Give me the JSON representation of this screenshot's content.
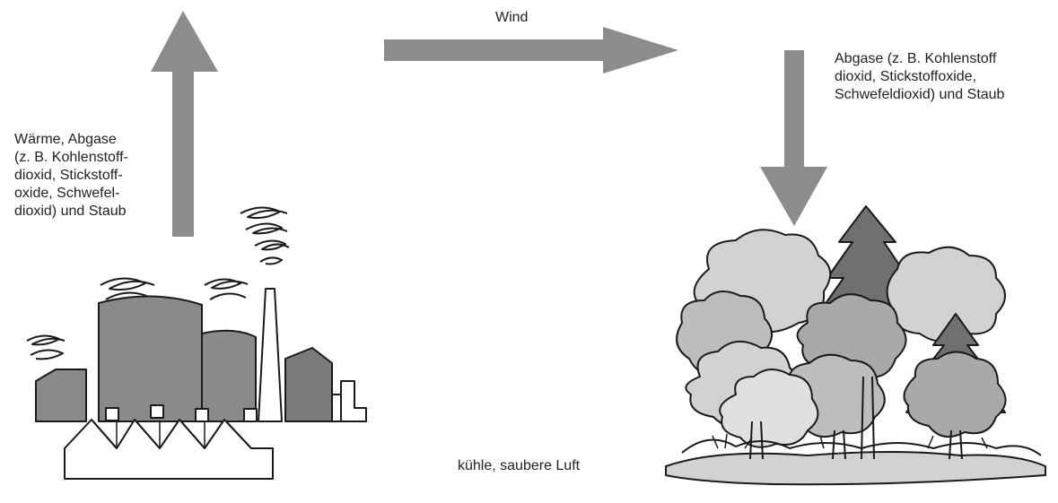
{
  "labels": {
    "wind": "Wind",
    "factory_emissions": "Wärme, Abgase\n(z. B. Kohlenstoff-\ndioxid, Stickstoff-\noxide, Schwefel-\ndioxid) und Staub",
    "forest_emissions": "Abgase (z. B. Kohlenstoff\ndioxid, Stickstoffoxide,\nSchwefeldioxid) und Staub",
    "clean_air": "kühle, saubere Luft"
  },
  "colors": {
    "arrow": "#8c8c8c",
    "building": "#8a8a8a",
    "building_dark": "#6e6e6e",
    "outline": "#1a1a1a",
    "tree_light": "#d2d2d2",
    "tree_mid": "#a9a9a9",
    "tree_dark": "#707070"
  },
  "icons": [
    "factory-icon",
    "forest-icon",
    "smoke-icon"
  ]
}
